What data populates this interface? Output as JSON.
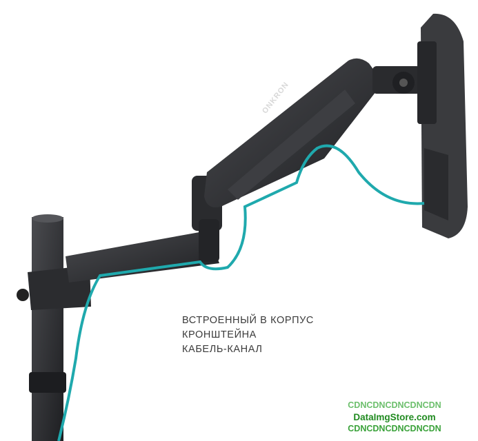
{
  "product": {
    "brand_logo_text": "ONKRON",
    "caption_lines": [
      "ВСТРОЕННЫЙ В КОРПУС",
      "КРОНШТЕЙНА",
      "КАБЕЛЬ-КАНАЛ"
    ]
  },
  "watermark": {
    "line1": "CDNCDNCDNCDNCDN",
    "line2": "DataImgStore.com",
    "line3": "CDNCDNCDNCDNCDN"
  },
  "colors": {
    "cable": "#1fa9ad",
    "metal": "#2c2d30"
  }
}
